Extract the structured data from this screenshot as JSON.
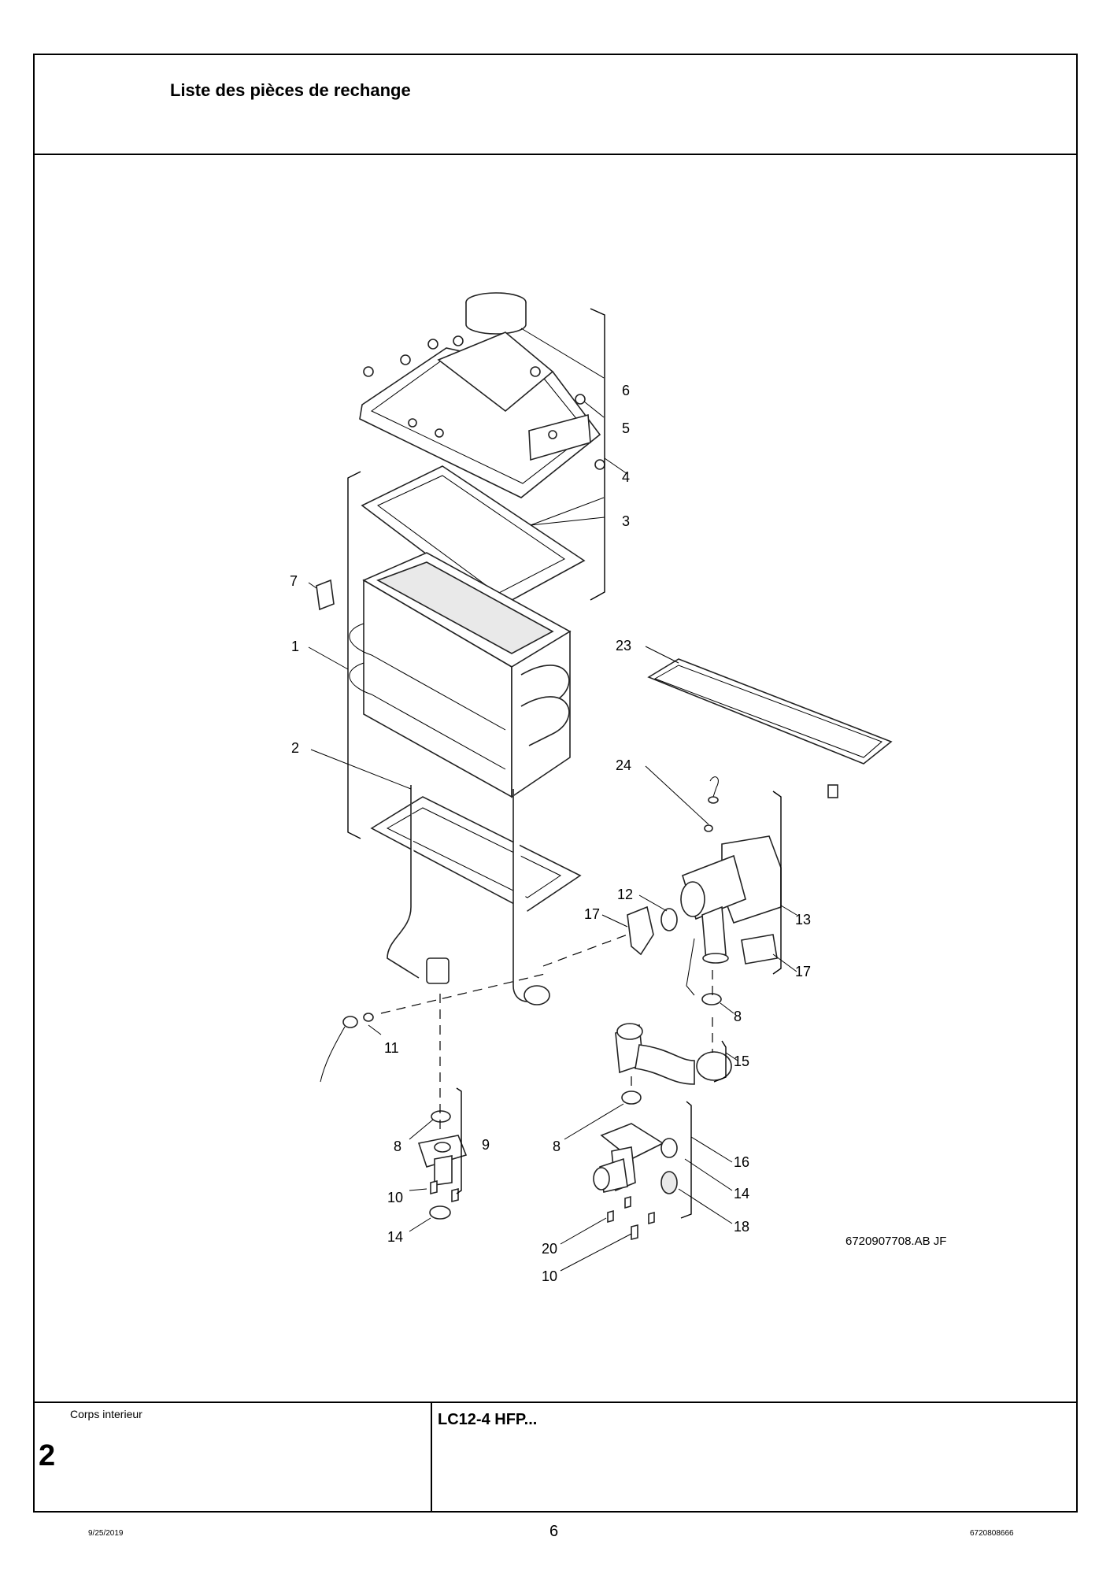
{
  "header": {
    "title": "Liste des pièces de rechange"
  },
  "drawing": {
    "reference": "6720907708.AB   JF",
    "callouts": [
      "1",
      "2",
      "3",
      "4",
      "5",
      "6",
      "7",
      "8",
      "8",
      "8",
      "9",
      "10",
      "10",
      "11",
      "12",
      "13",
      "14",
      "14",
      "15",
      "16",
      "17",
      "17",
      "18",
      "20",
      "23",
      "24"
    ]
  },
  "footer": {
    "section_name": "Corps interieur",
    "section_number": "2",
    "model": "LC12-4 HFP..."
  },
  "page": {
    "date": "9/25/2019",
    "number": "6",
    "doc_number": "6720808666"
  }
}
